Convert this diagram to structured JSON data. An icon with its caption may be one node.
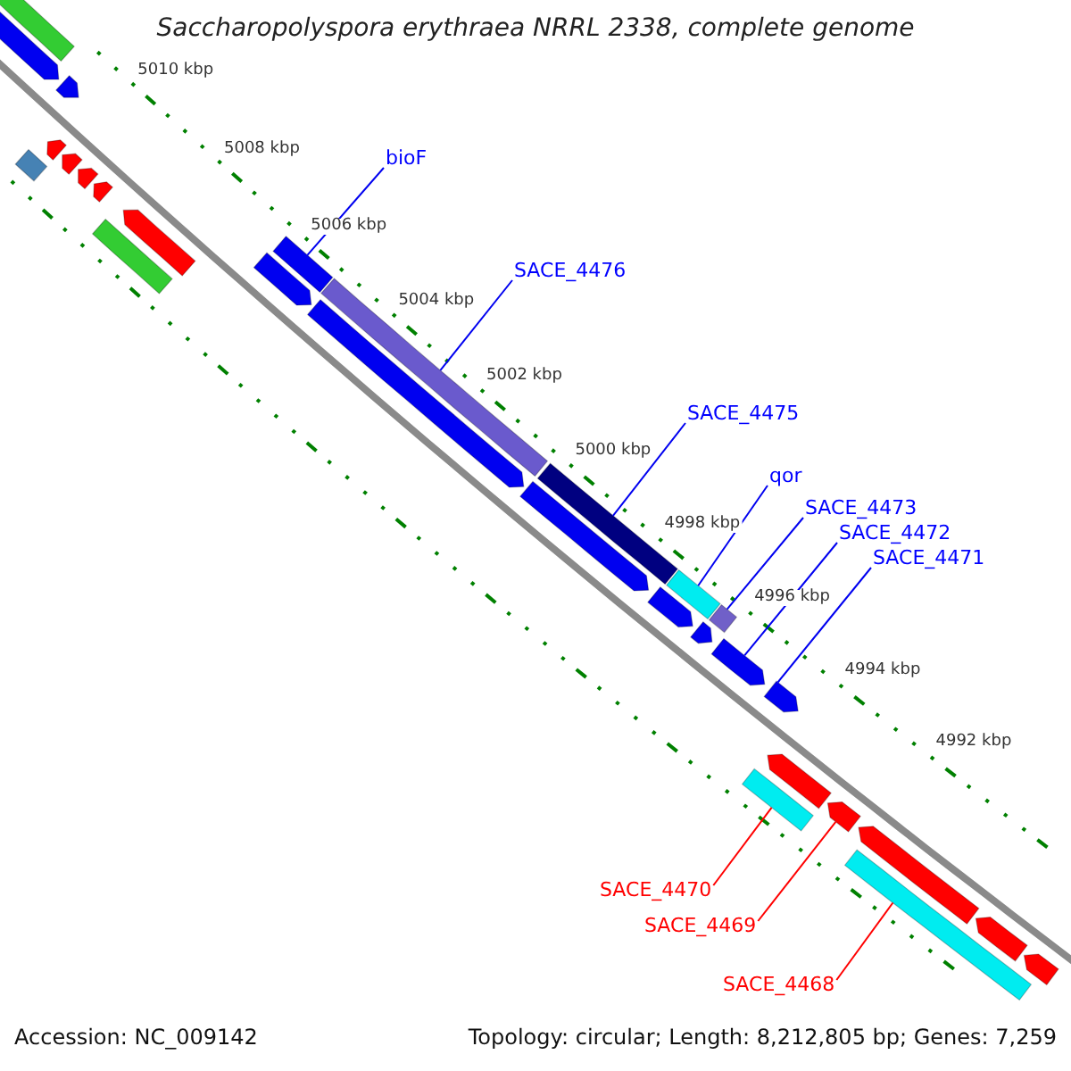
{
  "diagram": {
    "title": "Saccharopolyspora erythraea NRRL 2338, complete genome",
    "nodes": [
      {
        "text": [
          "bioF"
        ]
      },
      {
        "text": [
          "SACE_4476"
        ]
      },
      {
        "text": [
          "SACE_4475"
        ]
      },
      {
        "text": [
          "qor"
        ]
      },
      {
        "text": [
          "SACE_4473"
        ]
      },
      {
        "text": [
          "SACE_4472"
        ]
      },
      {
        "text": [
          "SACE_4471"
        ]
      },
      {
        "text": [
          "SACE_4470"
        ]
      },
      {
        "text": [
          "SACE_4469"
        ]
      },
      {
        "text": [
          "SACE_4468"
        ]
      },
      {
        "text": [],
        "shape": "bar"
      },
      {
        "text": [],
        "shape": "arrow"
      },
      {
        "text": [],
        "shape": "arrow"
      },
      {
        "text": [],
        "shape": "bar"
      },
      {
        "text": [],
        "shape": "arrow"
      },
      {
        "text": [],
        "shape": "arrow"
      },
      {
        "text": [],
        "shape": "arrow"
      },
      {
        "text": [],
        "shape": "arrow"
      },
      {
        "text": [],
        "shape": "bar"
      },
      {
        "text": [],
        "shape": "arrow"
      },
      {
        "text": [],
        "shape": "arrow"
      },
      {
        "text": [],
        "shape": "bar"
      },
      {
        "text": [],
        "shape": "bar"
      },
      {
        "text": [],
        "shape": "arrow"
      },
      {
        "text": [],
        "shape": "arrow"
      },
      {
        "text": [],
        "shape": "bar"
      },
      {
        "text": [],
        "shape": "arrow"
      },
      {
        "text": [],
        "shape": "bar"
      },
      {
        "text": [],
        "shape": "arrow"
      },
      {
        "text": [],
        "shape": "bar"
      },
      {
        "text": [],
        "shape": "arrow"
      },
      {
        "text": [],
        "shape": "arrow"
      },
      {
        "text": [],
        "shape": "bar"
      },
      {
        "text": [],
        "shape": "arrow"
      },
      {
        "text": [],
        "shape": "arrow"
      },
      {
        "text": [],
        "shape": "arrow"
      },
      {
        "text": [],
        "shape": "bar"
      },
      {
        "text": [],
        "shape": "arrow"
      },
      {
        "text": [],
        "shape": "arrow"
      }
    ],
    "edges": [
      {
        "from": 0,
        "to": 21,
        "arrow": "none"
      },
      {
        "from": 1,
        "to": 22,
        "arrow": "none"
      },
      {
        "from": 2,
        "to": 25,
        "arrow": "none"
      },
      {
        "from": 3,
        "to": 27,
        "arrow": "none"
      },
      {
        "from": 4,
        "to": 29,
        "arrow": "none"
      },
      {
        "from": 5,
        "to": 30,
        "arrow": "none"
      },
      {
        "from": 6,
        "to": 31,
        "arrow": "none"
      },
      {
        "from": 7,
        "to": 32,
        "arrow": "none",
        "color": "#ff0000"
      },
      {
        "from": 8,
        "to": 34,
        "arrow": "none",
        "color": "#ff0000"
      },
      {
        "from": 9,
        "to": 36,
        "arrow": "none",
        "color": "#ff0000"
      }
    ],
    "labels": [
      "5010 kbp",
      "5008 kbp",
      "5006 kbp",
      "5004 kbp",
      "5002 kbp",
      "5000 kbp",
      "4998 kbp",
      "4996 kbp",
      "4994 kbp",
      "4992 kbp",
      "Accession: NC_009142",
      "Topology: circular; Length: 8,212,805 bp; Genes: 7,259"
    ]
  }
}
